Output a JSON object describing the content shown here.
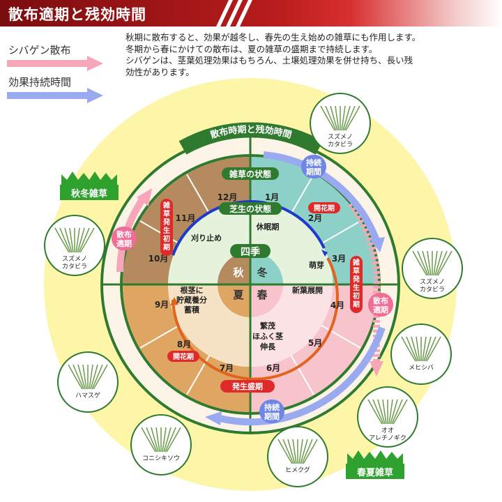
{
  "title": "散布適期と残効時間",
  "legend": [
    {
      "label": "シバゲン散布",
      "color": "#f06d95"
    },
    {
      "label": "効果持続時間",
      "color": "#6f86e6"
    }
  ],
  "description": [
    "秋期に散布すると、効果が越冬し、春先の生え始めの雑草にも作用します。",
    "冬期から春にかけての散布は、夏の雑草の盛期まで持続します。",
    "シバゲンは、茎葉処理効果はもちろん、土壌処理効果を併せ持ち、長い残",
    "効性があります。"
  ],
  "ring_labels": {
    "outer": "散布時期と残効時間",
    "weed": "雑草の状態",
    "turf": "芝生の状態",
    "center": "四季"
  },
  "seasons": {
    "autumn": "秋",
    "winter": "冬",
    "summer": "夏",
    "spring": "春"
  },
  "months": [
    "1月",
    "2月",
    "3月",
    "4月",
    "5月",
    "6月",
    "7月",
    "8月",
    "9月",
    "10月",
    "11月",
    "12月"
  ],
  "turf_states": {
    "dormant": "休眠期",
    "sprout": "萌芽",
    "new_leaf": "新葉展開",
    "growth": [
      "繁茂",
      "ほふく茎",
      "伸長"
    ],
    "storage": [
      "根茎に",
      "貯蔵養分",
      "蓄積"
    ],
    "mowing": "刈り止め"
  },
  "tags": {
    "flower_winter": "開花期",
    "flower_summer": "開花期",
    "peak": "発生盛期",
    "early_autumn": "雑草発生初期",
    "early_spring": "雑草発生初期",
    "apply_autumn": [
      "散布",
      "適期"
    ],
    "apply_spring": [
      "散布",
      "適期"
    ],
    "persist_winter": [
      "持続",
      "期間"
    ],
    "persist_summer": [
      "持続",
      "期間"
    ]
  },
  "weed_groups": {
    "autumn_winter": "秋冬雑草",
    "spring_summer": "春夏雑草"
  },
  "plants": [
    {
      "name": [
        "スズメノ",
        "カタビラ"
      ]
    },
    {
      "name": [
        "スズメノ",
        "カタビラ"
      ]
    },
    {
      "name": [
        "スズメノ",
        "カタビラ"
      ]
    },
    {
      "name": [
        "メヒシバ"
      ]
    },
    {
      "name": [
        "オオ",
        "アレチノギク"
      ]
    },
    {
      "name": [
        "ヒメクグ"
      ]
    },
    {
      "name": [
        "コニシキソウ"
      ]
    },
    {
      "name": [
        "ハマスゲ"
      ]
    }
  ],
  "colors": {
    "header": "#b81c1c",
    "ring_green": "#2f7a2f",
    "autumn": "#b48a5e",
    "winter": "#8dd0c8",
    "spring": "#f7c4cc",
    "summer": "#dfa563",
    "turf_zone": "#e5f2dc",
    "halo": "#fdf6a9",
    "flower_tag": "#e02a2a",
    "application": "#f06d95",
    "persistence": "#6f86e6",
    "blue_arc": "#1f3ac8",
    "orange_arc": "#e2631c"
  }
}
